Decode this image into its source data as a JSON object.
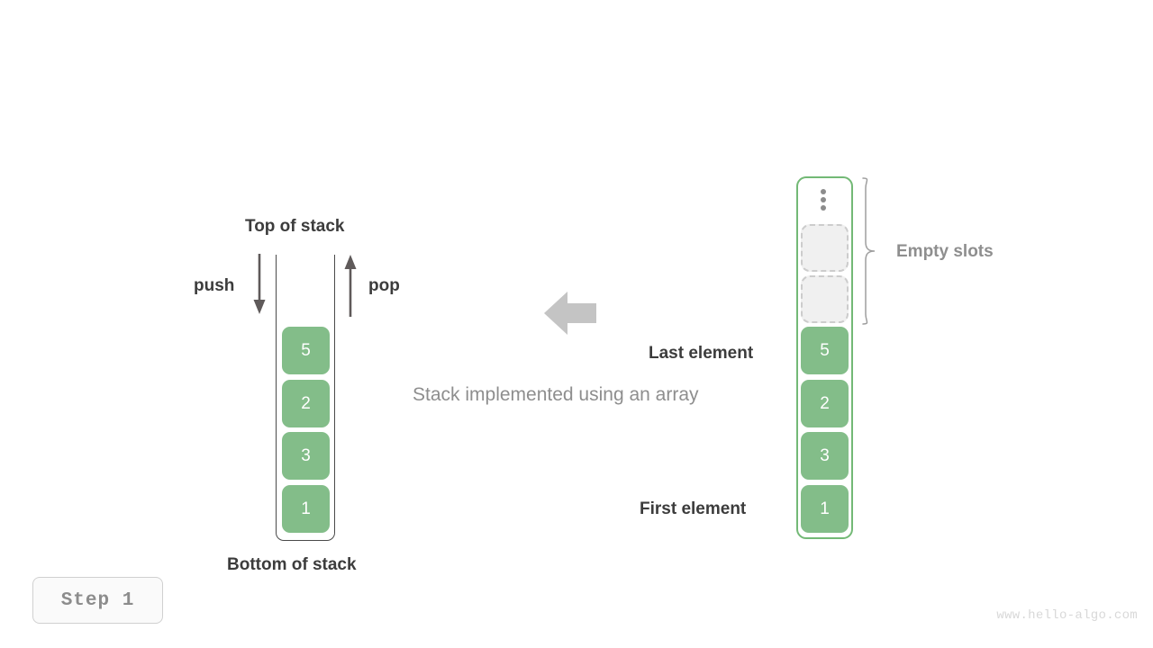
{
  "diagram": {
    "caption": "Stack implemented using an array",
    "step_badge": "Step  1",
    "watermark": "www.hello-algo.com",
    "colors": {
      "element_green": "#83bd89",
      "array_border_green": "#73b976",
      "empty_slot_fill": "#f0f0f0",
      "empty_slot_border": "#cccccc",
      "text_dark": "#3c3c3c",
      "text_grey": "#8e8e8e",
      "arrow_grey": "#c4c4c4"
    }
  },
  "stack": {
    "top_label": "Top of stack",
    "bottom_label": "Bottom of stack",
    "push_label": "push",
    "pop_label": "pop",
    "elements": [
      "5",
      "2",
      "3",
      "1"
    ]
  },
  "array": {
    "empty_slots_label": "Empty slots",
    "last_element_label": "Last element",
    "first_element_label": "First element",
    "ellipsis_icon": "vertical-ellipsis-icon",
    "empty_slot_count": 2,
    "elements": [
      "5",
      "2",
      "3",
      "1"
    ]
  }
}
